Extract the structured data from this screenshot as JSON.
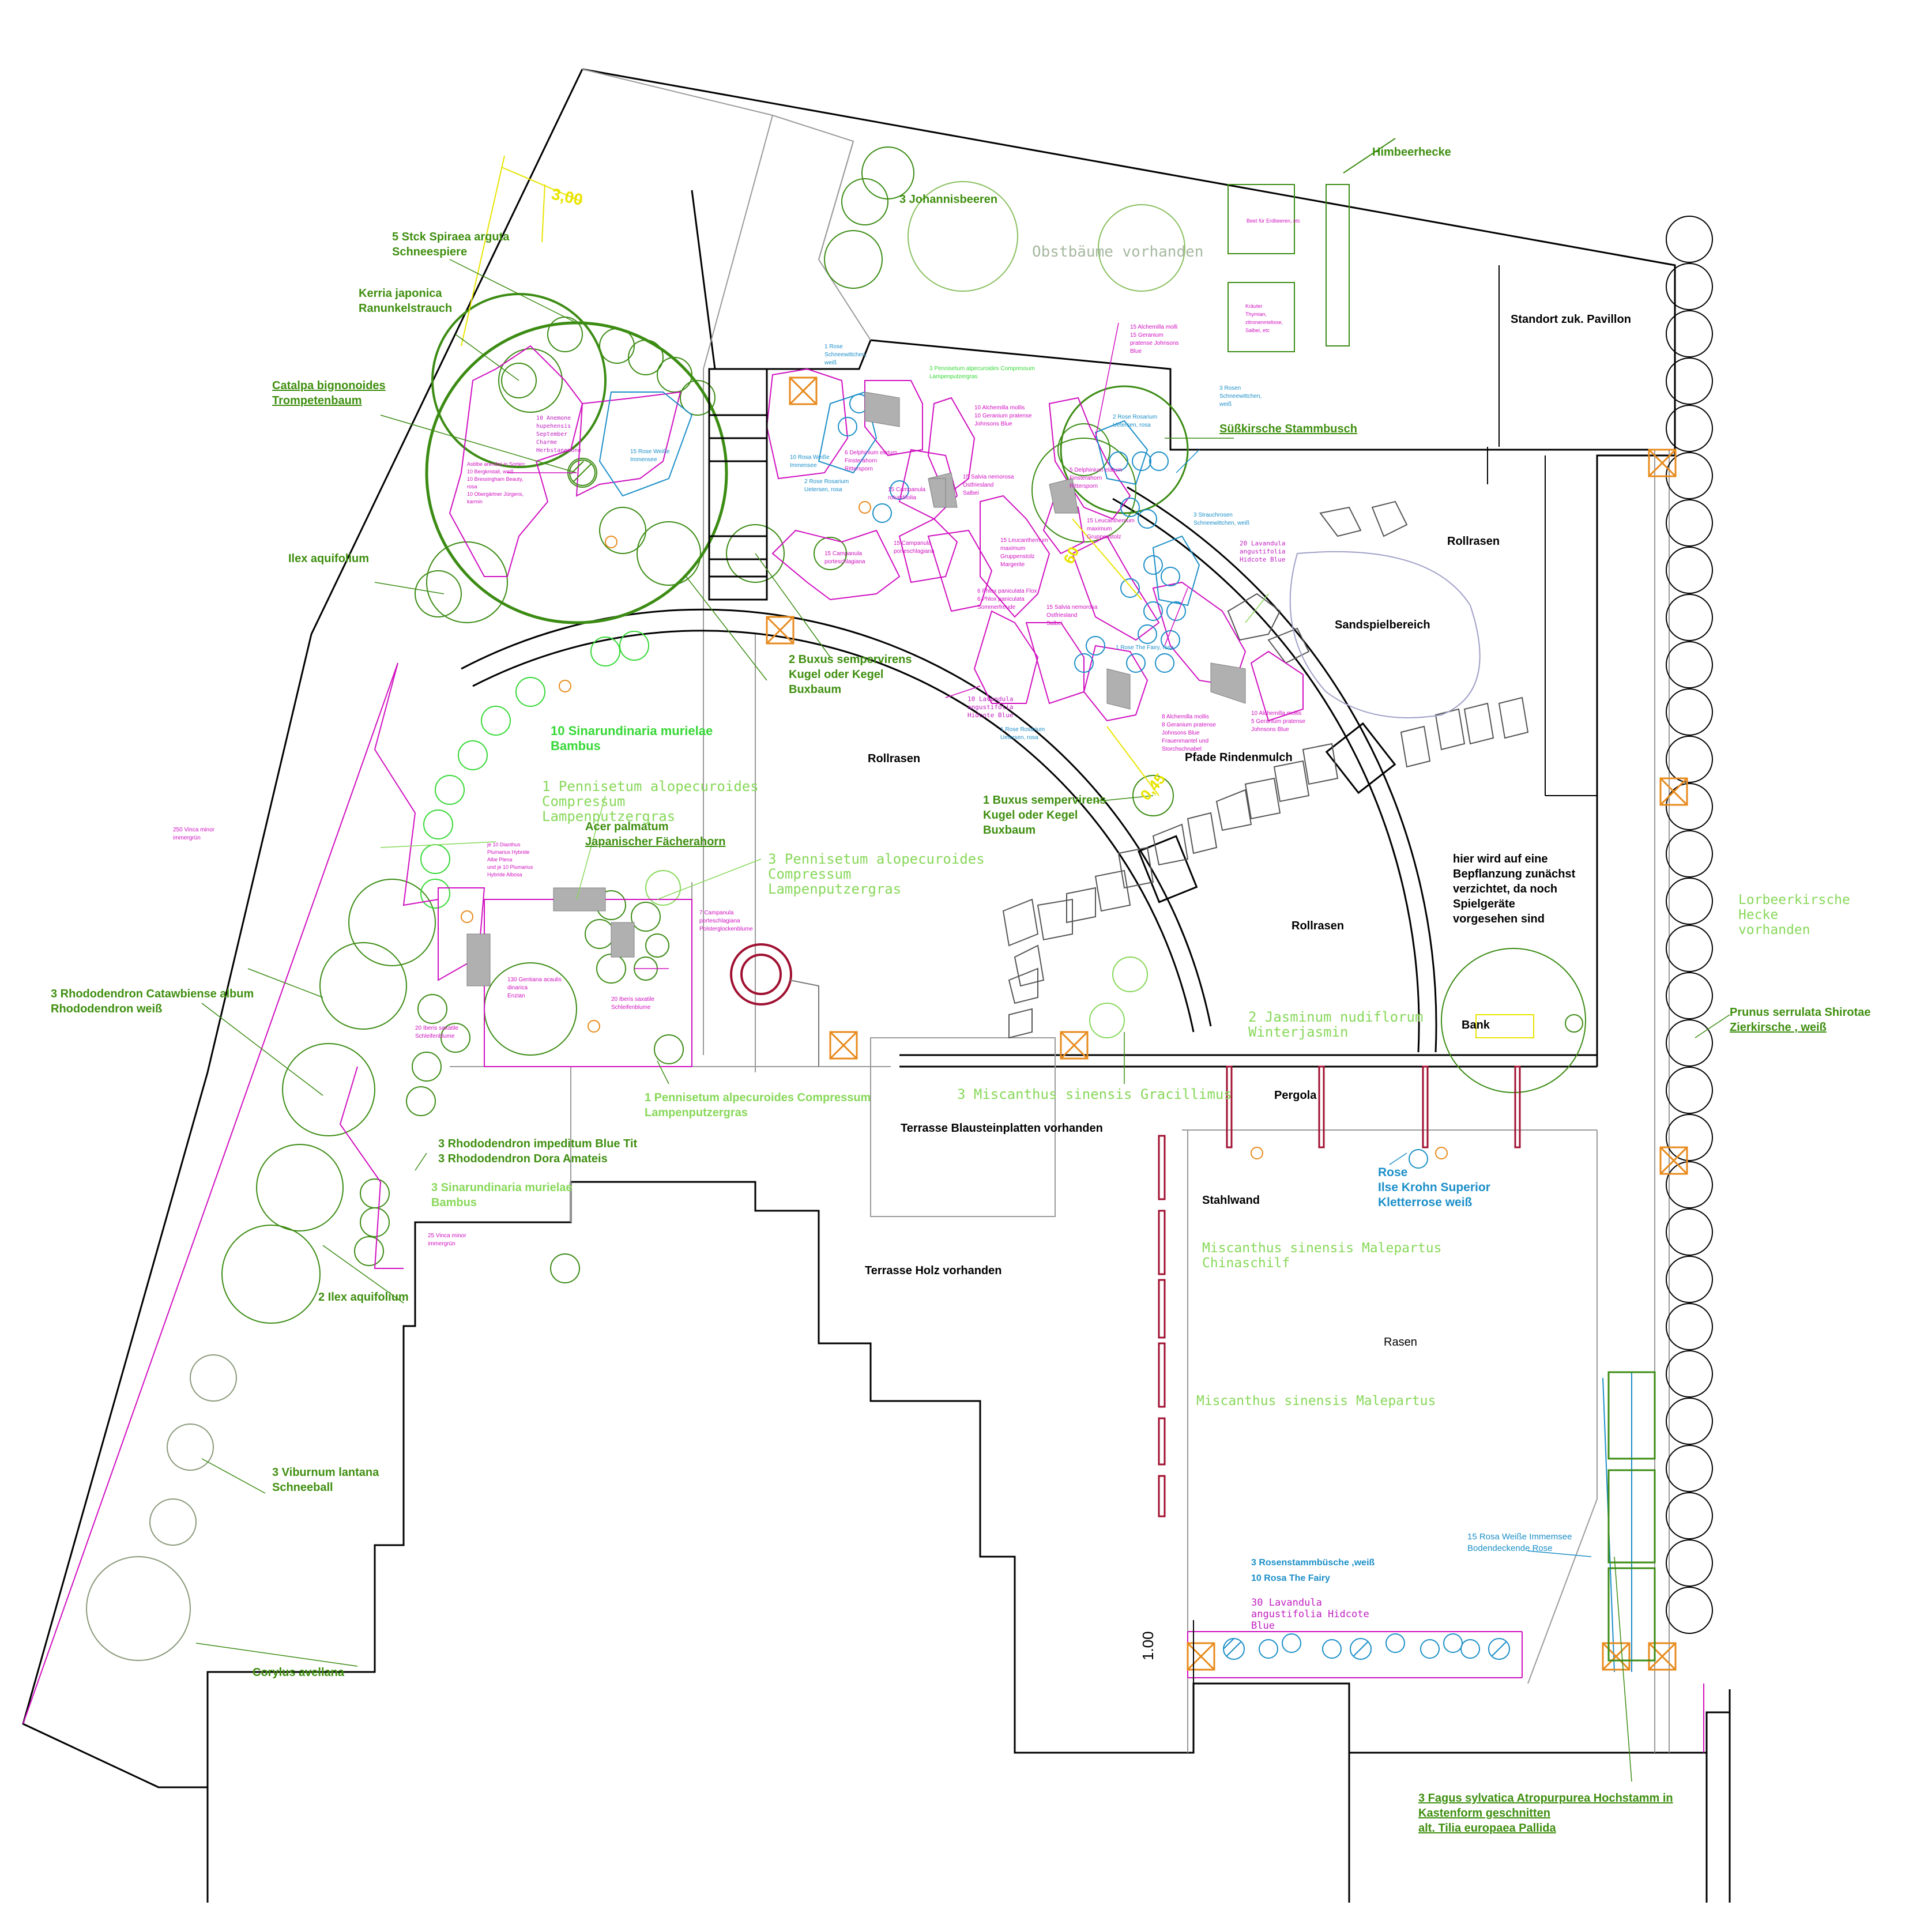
{
  "labels": {
    "himbeerhecke": "Himbeerhecke",
    "johannisbeeren": "3 Johannisbeeren",
    "obstbaeume": "Obstbäume vorhanden",
    "beet_erdbeeren": "Beet für Erdbeeren, etc",
    "kraeuter": [
      "Kräuter",
      "Thymian,",
      "zitronenmelisse,",
      "Salbei, etc"
    ],
    "pavillon": "Standort zuk. Pavillon",
    "dim_300": "3,00",
    "spiraea": [
      "5 Stck Spiraea arguta",
      "Schneespiere"
    ],
    "kerria": [
      "Kerria japonica",
      "Ranunkelstrauch"
    ],
    "catalpa": [
      "Catalpa bignonoides",
      "Trompetenbaum"
    ],
    "ilex": "Ilex aquifolium",
    "ilex2": "2 Ilex aquifolium",
    "rhodo_cat": [
      "3 Rhododendron Catawbiense album",
      "Rhododendron weiß"
    ],
    "rhodo_imp": [
      "3 Rhododendron impeditum Blue Tit",
      "3 Rhododendron Dora Amateis"
    ],
    "sinarund3": [
      "3 Sinarundinaria murielae",
      "Bambus"
    ],
    "sinarund10": [
      "10 Sinarundinaria murielae",
      "Bambus"
    ],
    "viburnum": [
      "3 Viburnum lantana",
      "Schneeball"
    ],
    "corylus": "Corylus avellana",
    "buxus2": [
      "2 Buxus sempervirens",
      "Kugel oder Kegel",
      "Buxbaum"
    ],
    "buxus1": [
      "1 Buxus sempervirens",
      "Kugel oder Kegel",
      "Buxbaum"
    ],
    "pennisetum1_mono": [
      "1 Pennisetum alopecuroides",
      "Compressum",
      "Lampenputzergras"
    ],
    "pennisetum3_mono": [
      "3 Pennisetum alopecuroides",
      "Compressum",
      "Lampenputzergras"
    ],
    "pennisetum1_bold": [
      "1 Pennisetum alpecuroides Compressum",
      "Lampenputzergras"
    ],
    "acer": [
      "Acer palmatum",
      "Japanischer Fächerahorn"
    ],
    "rollrasen": "Rollrasen",
    "sandspiel": "Sandspielbereich",
    "pfade": "Pfade Rindenmulch",
    "hier_wird": [
      "hier wird auf eine",
      "Bepflanzung zunächst",
      "verzichtet, da noch",
      "Spielgeräte",
      "vorgesehen   sind"
    ],
    "suesskirsche": "Süßkirsche Stammbusch",
    "jasminum": [
      "2 Jasminum nudiflorum",
      "Winterjasmin"
    ],
    "miscanthus_grac": "3 Miscanthus sinensis Gracillimus",
    "bank": "Bank",
    "pergola": "Pergola",
    "terrasse_blau": "Terrasse Blausteinplatten vorhanden",
    "terrasse_holz": "Terrasse Holz vorhanden",
    "stahlwand": "Stahlwand",
    "rose_ilse": [
      "Rose",
      "Ilse Krohn Superior",
      "Kletterrose weiß"
    ],
    "misc_male_china": [
      "Miscanthus sinensis Malepartus",
      "Chinaschilf"
    ],
    "misc_male": "Miscanthus sinensis Malepartus",
    "rasen": "Rasen",
    "rosenstamm": "3 Rosenstammbüsche ,weiß",
    "rosa_fairy": "10 Rosa The Fairy",
    "lavandula30": [
      "30 Lavandula",
      "angustifolia Hidcote",
      "Blue"
    ],
    "dim_100": "1.00",
    "dim_060": "60",
    "dim_045": "0,45",
    "rosa_immensee": [
      "15 Rosa Weiße Immemsee",
      "Bodendeckende Rose"
    ],
    "lorbeer": [
      "Lorbeerkirsche",
      "Hecke",
      "vorhanden"
    ],
    "prunus": [
      "Prunus serrulata Shirotae",
      "Zierkirsche , weiß"
    ],
    "fagus": [
      "3 Fagus sylvatica Atropurpurea Hochstamm in",
      "Kastenform geschnitten",
      "alt. Tilia europaea Pallida"
    ],
    "vinca250": [
      "250 Vinca minor",
      "immergrün"
    ],
    "vinca25": [
      "25 Vinca minor",
      "immergrün"
    ],
    "campanula7": [
      "7 Campanula",
      "porteschlagiana",
      "Polsterglockenblume"
    ]
  },
  "small_notes": {
    "rose_schnee1": [
      "1 Rose",
      "Schneewittchen,",
      "weiß"
    ],
    "pennisetum_top": [
      "3 Pennisetum alpecuroides Compressum",
      "Lampenputzergras"
    ],
    "alchemilla15": [
      "15 Alchemilla molli",
      "15 Geranium",
      "pratense Johnsons",
      "Blue"
    ],
    "rosen3_schnee": [
      "3 Rosen",
      "Schneewittchen,",
      "weiß"
    ],
    "anemone": [
      "10 Anemone",
      "hupehensis",
      "September",
      "Charme",
      "Herbstanemone"
    ],
    "rose_weisse15": [
      "15 Rose Weiße",
      "Immensee"
    ],
    "astilbe": [
      "Astilbe arendsii in Sorten:",
      "10 Bergkristall, weiß",
      "10 Bressingham Beauty,",
      "rosa",
      "10 Obergärtner Jürgens,",
      "karmin"
    ],
    "rosa10_imm": [
      "10 Rosa Weiße",
      "Immensee"
    ],
    "delph6": [
      "6 Delphinium elatum",
      "Finsterahorn",
      "Rittersporn"
    ],
    "rose_rosarium2": [
      "2 Rose Rosarium",
      "Uetersen, rosa"
    ],
    "camp15_rot": [
      "15 Campanula",
      "rotundifolia"
    ],
    "alchem10": [
      "10 Alchemilla mollis",
      "10 Geranium pratense",
      "Johnsons Blue"
    ],
    "salvia15": [
      "15 Salvia nemorosa",
      "Ostfriesland",
      "Salbei"
    ],
    "rose_ros2b": [
      "2 Rose Rosarium",
      "Uetersen, rosa"
    ],
    "delph5": [
      "5 Delphinium elatum",
      "Finsterahorn",
      "Rittersporn"
    ],
    "camp15_port": [
      "15 Campanula",
      "porteschlagiana"
    ],
    "camp15_port2": [
      "15 Campanula",
      "porteschlagiana"
    ],
    "leuc15": [
      "15 Leucanthemum",
      "maximum",
      "Gruppenstolz",
      "Margerite"
    ],
    "leuc15b": [
      "15 Leucanthemum",
      "maximum",
      "Gruppenstolz"
    ],
    "strauch3": [
      "3 Strauchrosen",
      "Schneewittchen, weiß"
    ],
    "lav20": [
      "20 Lavandula",
      "angustifolia",
      "Hidcote Blue"
    ],
    "phlox": [
      "6 Phlox paniculata Flox",
      "6 Phlox paniculata",
      "Sommerfreude"
    ],
    "salvia15b": [
      "15 Salvia nemorosa",
      "Ostfriesland",
      "Salbei"
    ],
    "rose_fairy1": "1 Rose The Fairy, rosa",
    "lav10": [
      "10 Lavandula",
      "angustifolia",
      "Hidcote Blue"
    ],
    "rose_ros1": [
      "1 Rose Rosarium",
      "Uetersen, rosa"
    ],
    "alchem8": [
      "8 Alchemilla mollis",
      "8 Geranium pratense",
      "Johnsons Blue",
      "Frauenmantel und",
      "Storchschnabel"
    ],
    "alchem10b": [
      "10 Alchemilla mollis",
      "5 Geranium pratense",
      "Johnsons Blue"
    ],
    "dianthus": [
      "je 10 Dianthus",
      "Plumarius Hybride",
      "Albe Plena",
      "und je 10 Plumarius",
      "Hybride Albosa"
    ],
    "gentiana": [
      "130 Gentiana acaulis",
      "dinarica",
      "Enzian"
    ],
    "iberis20a": [
      "20 Iberis saxatile",
      "Schleifenblume"
    ],
    "iberis20b": [
      "20 Iberis saxatile",
      "Schleifenblume"
    ]
  },
  "colors": {
    "plant_green": "#3f8f10",
    "dark_green": "#3c8c14",
    "bright_green": "#36d836",
    "light_green": "#88d85a",
    "magenta": "#d010c0",
    "cyan": "#1c8fc8",
    "yellow": "#e8e400",
    "orange": "#e88a1c",
    "dark_red": "#a01030",
    "grey": "#a0a0a0"
  }
}
